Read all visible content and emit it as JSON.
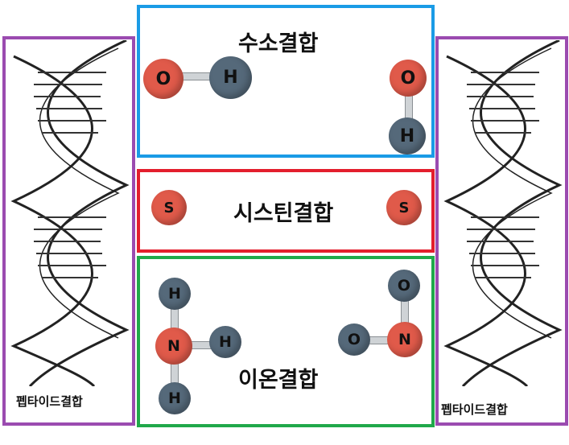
{
  "panels": {
    "left_label": "펩타이드결합",
    "right_label": "펩타이드결합",
    "hydrogen": {
      "title": "수소결합",
      "atoms": [
        "O",
        "H",
        "O",
        "H"
      ]
    },
    "cysteine": {
      "title": "시스틴결합",
      "atoms": [
        "S",
        "S"
      ]
    },
    "ionic": {
      "title": "이온결합",
      "atoms": [
        "H",
        "N",
        "H",
        "H",
        "O",
        "O",
        "N"
      ]
    }
  },
  "colors": {
    "purple": "#9b4bb0",
    "blue": "#1a9be6",
    "red": "#e31e2d",
    "green": "#20a84a",
    "atom_red": "#e05a4a",
    "atom_grey": "#55697a"
  }
}
